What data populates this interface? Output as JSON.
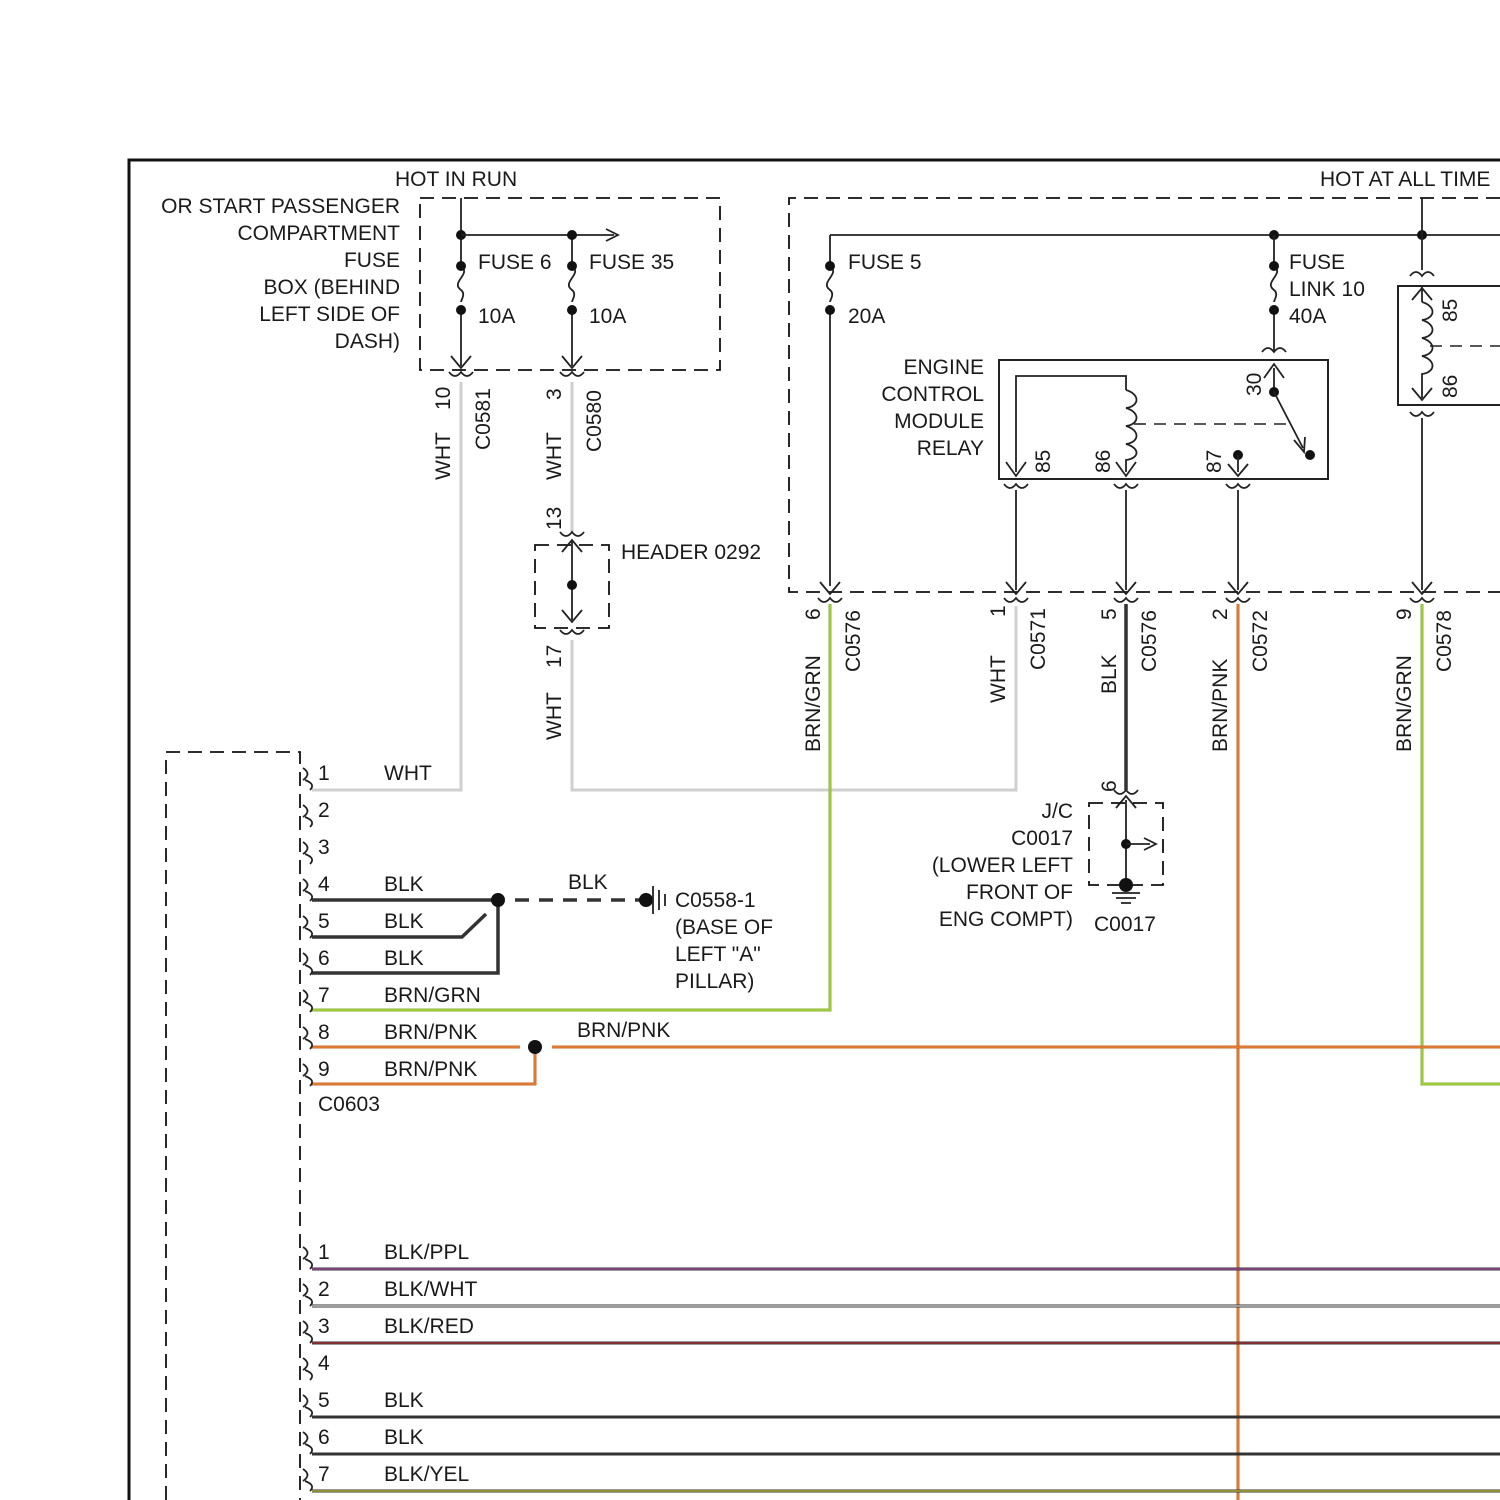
{
  "labels": {
    "hot_in_run": "HOT IN RUN",
    "hot_at_all_times": "HOT AT ALL TIME",
    "fuse_box": [
      "OR START PASSENGER",
      "COMPARTMENT",
      "FUSE",
      "BOX (BEHIND",
      "LEFT SIDE OF",
      "DASH)"
    ],
    "fuse6_name": "FUSE 6",
    "fuse6_rating": "10A",
    "fuse35_name": "FUSE 35",
    "fuse35_rating": "10A",
    "fuse5_name": "FUSE 5",
    "fuse5_rating": "20A",
    "fuselink10": [
      "FUSE",
      "LINK 10",
      "40A"
    ],
    "ecm_relay": [
      "ENGINE",
      "CONTROL",
      "MODULE",
      "RELAY"
    ],
    "relay_pins": [
      "85",
      "86",
      "87",
      "30"
    ],
    "right_relay_pins": [
      "85",
      "86"
    ],
    "header": "HEADER 0292",
    "jc": [
      "J/C",
      "C0017",
      "(LOWER LEFT",
      "FRONT OF",
      "ENG COMPT)"
    ],
    "jc_conn": "C0017",
    "ground": [
      "C0558-1",
      "(BASE OF",
      "LEFT \"A\"",
      "PILLAR)"
    ],
    "ground_wire": "BLK",
    "splice_wire": "BRN/PNK",
    "c0603": "C0603",
    "vertical": [
      {
        "pin": "10",
        "conn": "C0581",
        "wire": "WHT"
      },
      {
        "pin": "3",
        "conn": "C0580",
        "wire": "WHT"
      },
      {
        "pin": "13",
        "conn": "",
        "wire": ""
      },
      {
        "pin": "17",
        "conn": "",
        "wire": "WHT"
      },
      {
        "pin": "6",
        "conn": "C0576",
        "wire": "BRN/GRN"
      },
      {
        "pin": "1",
        "conn": "C0571",
        "wire": "WHT"
      },
      {
        "pin": "5",
        "conn": "C0576",
        "wire": "BLK"
      },
      {
        "pin": "2",
        "conn": "C0572",
        "wire": "BRN/PNK"
      },
      {
        "pin": "9",
        "conn": "C0578",
        "wire": "BRN/GRN"
      },
      {
        "pin": "6",
        "conn": "",
        "wire": ""
      }
    ],
    "conn_upper": [
      {
        "pin": "1",
        "wire": "WHT"
      },
      {
        "pin": "2",
        "wire": ""
      },
      {
        "pin": "3",
        "wire": ""
      },
      {
        "pin": "4",
        "wire": "BLK"
      },
      {
        "pin": "5",
        "wire": "BLK"
      },
      {
        "pin": "6",
        "wire": "BLK"
      },
      {
        "pin": "7",
        "wire": "BRN/GRN"
      },
      {
        "pin": "8",
        "wire": "BRN/PNK"
      },
      {
        "pin": "9",
        "wire": "BRN/PNK"
      }
    ],
    "conn_lower": [
      {
        "pin": "1",
        "wire": "BLK/PPL"
      },
      {
        "pin": "2",
        "wire": "BLK/WHT"
      },
      {
        "pin": "3",
        "wire": "BLK/RED"
      },
      {
        "pin": "4",
        "wire": ""
      },
      {
        "pin": "5",
        "wire": "BLK"
      },
      {
        "pin": "6",
        "wire": "BLK"
      },
      {
        "pin": "7",
        "wire": "BLK/YEL"
      }
    ]
  },
  "colors": {
    "wht": "#cfcfcf",
    "blk": "#333333",
    "brn_grn": [
      "#8db33a",
      "#a7d63c"
    ],
    "brn_pnk": [
      "#c8642a",
      "#e8893a"
    ],
    "blk_ppl": [
      "#333333",
      "#a64ca6"
    ],
    "blk_wht": [
      "#333333",
      "#dddddd"
    ],
    "blk_red": [
      "#333333",
      "#b03030"
    ],
    "blk_yel": [
      "#333333",
      "#c9c93a"
    ]
  }
}
